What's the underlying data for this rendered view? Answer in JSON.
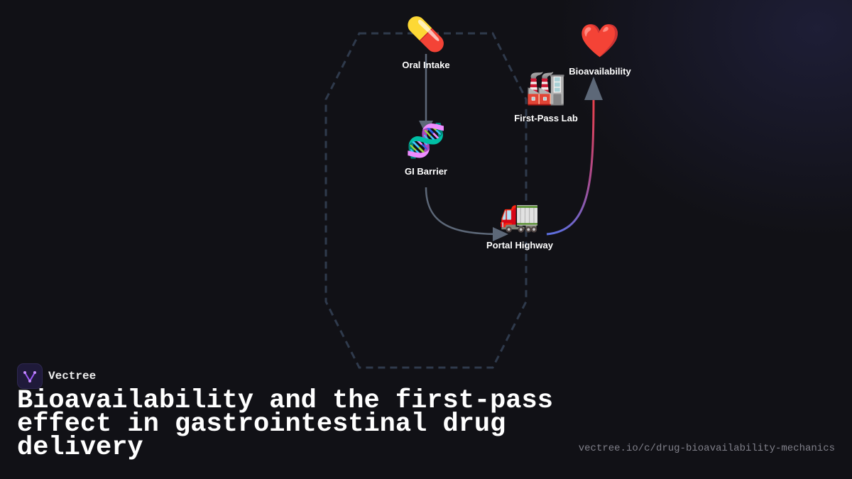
{
  "diagram": {
    "nodes": [
      {
        "id": "oral",
        "emoji": "💊",
        "label": "Oral Intake"
      },
      {
        "id": "gi",
        "emoji": "🧬",
        "label": "GI Barrier"
      },
      {
        "id": "portal",
        "emoji": "🚛",
        "label": "Portal Highway"
      },
      {
        "id": "liver",
        "emoji": "🏭",
        "label": "First-Pass Lab"
      },
      {
        "id": "bio",
        "emoji": "❤️",
        "label": "Bioavailability"
      }
    ],
    "edges": [
      {
        "from": "oral",
        "to": "gi"
      },
      {
        "from": "gi",
        "to": "portal"
      },
      {
        "from": "portal",
        "to": "bio"
      }
    ],
    "colors": {
      "edge": "#5d6878",
      "boundary": "#2f3a4c",
      "gradient_start": "#5a6fe0",
      "gradient_end": "#e8404a"
    }
  },
  "brand": {
    "name": "Vectree",
    "logo_icon": "vectree-logo-icon"
  },
  "title": "Bioavailability and the first-pass effect in gastrointestinal drug delivery",
  "url": "vectree.io/c/drug-bioavailability-mechanics"
}
